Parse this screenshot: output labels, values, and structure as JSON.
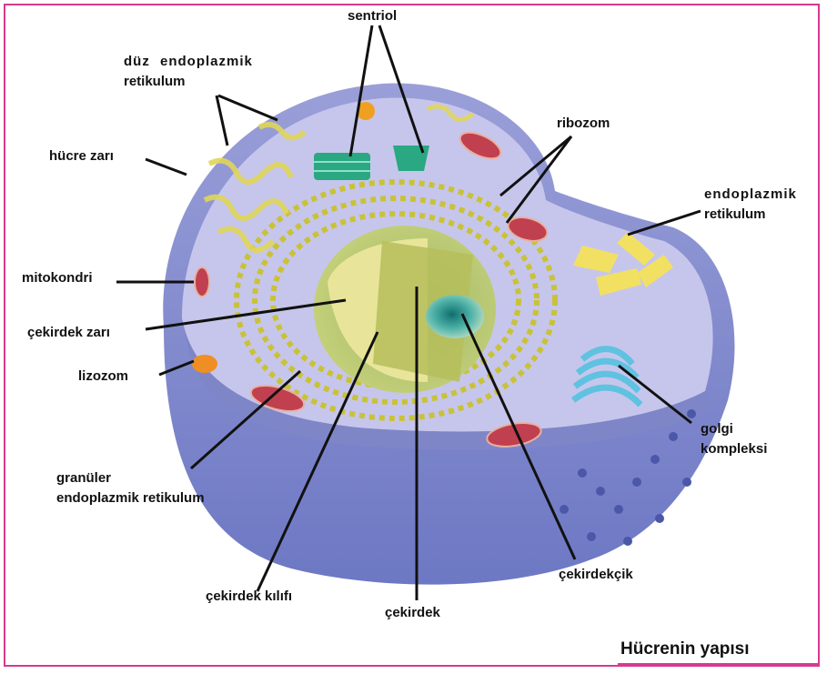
{
  "figure": {
    "caption": "Hücrenin yapısı",
    "frame_color": "#d63a8e"
  },
  "labels": {
    "sentriol": "sentriol",
    "duz_er_line1": "düz  endoplazmik",
    "duz_er_line2": "retikulum",
    "hucre_zari": "hücre  zarı",
    "ribozom": "ribozom",
    "er_line1": "endoplazmik",
    "er_line2": "retikulum",
    "mitokondri": "mitokondri",
    "cekirdek_zari": "çekirdek zarı",
    "lizozom": "lizozom",
    "golgi_line1": "golgi",
    "golgi_line2": "kompleksi",
    "granuler_line1": "granüler",
    "granuler_line2": "endoplazmik retikulum",
    "cekirdekcik": "çekirdekçik",
    "cekirdek_kilifi": "çekirdek kılıfı",
    "cekirdek": "çekirdek"
  }
}
